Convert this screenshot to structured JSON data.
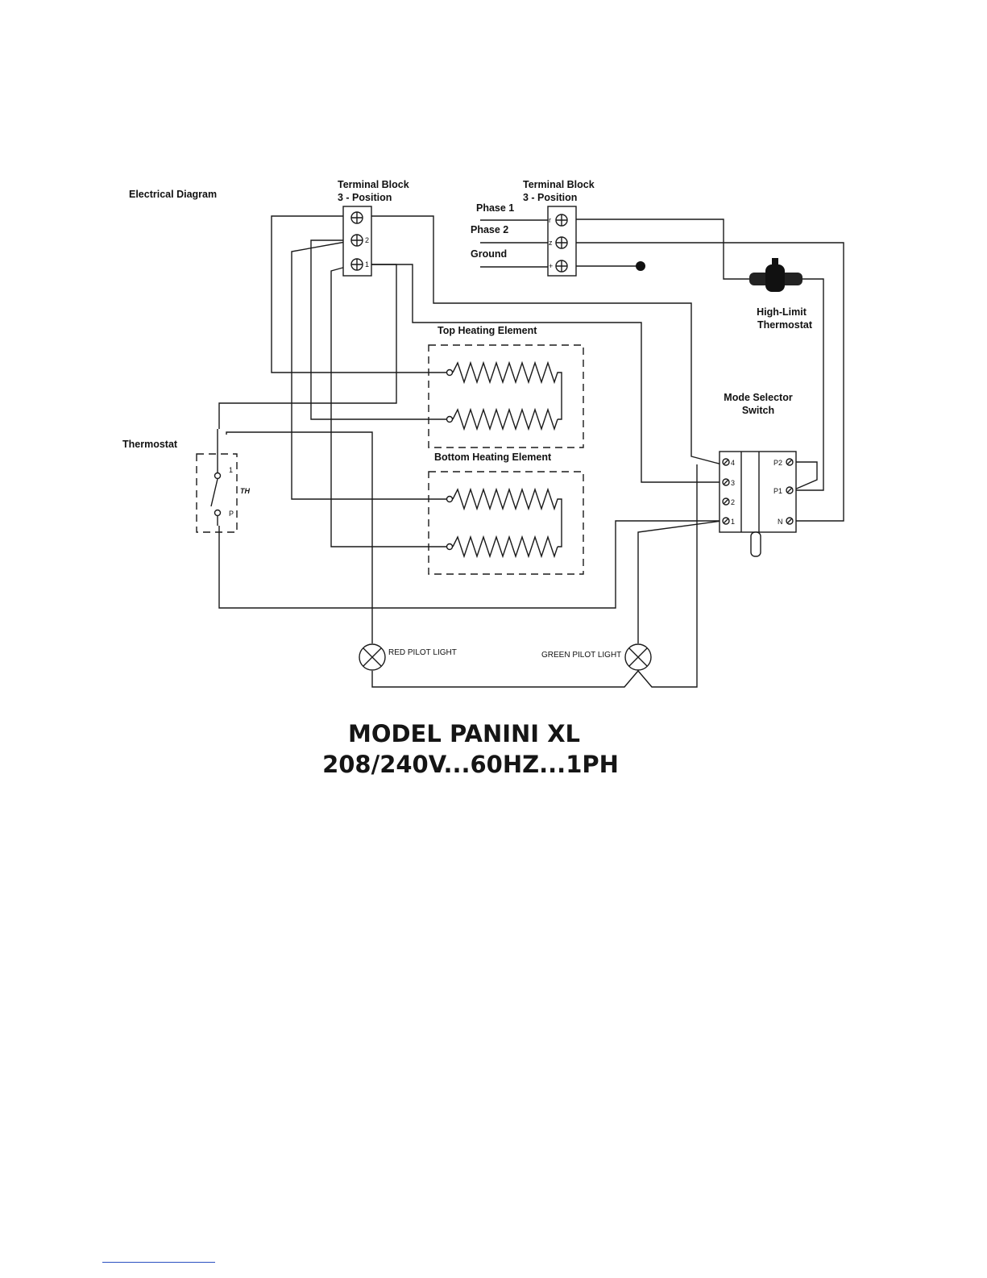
{
  "diagram": {
    "heading": "Electrical Diagram",
    "terminal_block_left": {
      "line1": "Terminal Block",
      "line2": "3 - Position",
      "pins": [
        "2",
        "1"
      ]
    },
    "terminal_block_right": {
      "line1": "Terminal Block",
      "line2": "3 - Position",
      "pins": [
        "r",
        "z",
        "+"
      ]
    },
    "supply": {
      "phase1": "Phase 1",
      "phase2": "Phase 2",
      "ground": "Ground"
    },
    "high_limit": {
      "line1": "High-Limit",
      "line2": "Thermostat"
    },
    "top_element": "Top Heating Element",
    "bottom_element": "Bottom Heating Element",
    "mode_switch": {
      "line1": "Mode Selector",
      "line2": "Switch",
      "left_terminals": [
        "4",
        "3",
        "2",
        "1"
      ],
      "right_terminals": [
        "P2",
        "P1",
        "N"
      ]
    },
    "thermostat": {
      "label": "Thermostat",
      "tag": "TH",
      "pin_top": "1",
      "pin_bottom": "P"
    },
    "red_pilot": "RED PILOT LIGHT",
    "green_pilot": "GREEN PILOT LIGHT"
  },
  "model": {
    "name": "MODEL PANINI XL",
    "rating": "208/240V...60HZ...1PH"
  }
}
